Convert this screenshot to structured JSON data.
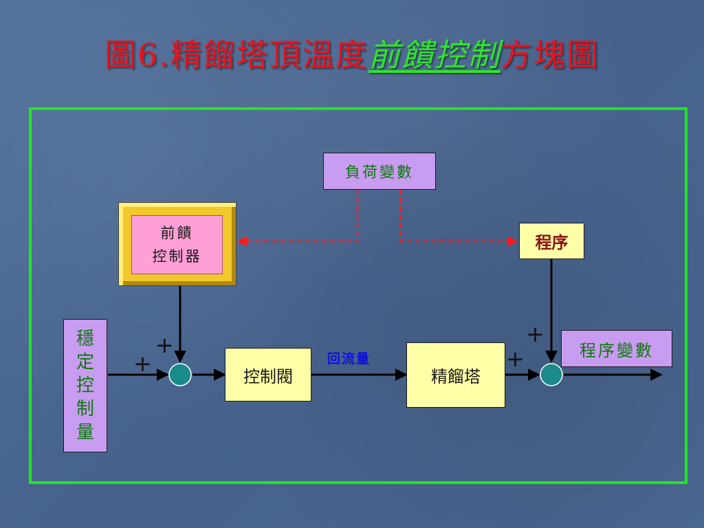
{
  "slide": {
    "title_prefix": "圖6.精餾塔頂溫度",
    "title_highlight": "前饋控制",
    "title_suffix": "方塊圖"
  },
  "diagram": {
    "load_variable": "負荷變數",
    "feedforward_controller": {
      "line1": "前饋",
      "line2": "控制器"
    },
    "setpoint_chars": [
      "穩",
      "定",
      "控",
      "制",
      "量"
    ],
    "control_valve": "控制閥",
    "reflux_flow": "回流量",
    "distillation_column": "精餾塔",
    "process": "程序",
    "process_variable": "程序變數",
    "sum_signs": {
      "setpoint_plus": "+",
      "feedforward_plus": "+",
      "column_plus": "+",
      "process_plus": "+"
    }
  },
  "colors": {
    "title_red": "#e8141c",
    "title_highlight_green": "#2ee628",
    "frame_green": "#1ee81e",
    "summing_junction": "#1a8a8a",
    "disturbance_dashed_red": "#ff1a1a"
  }
}
